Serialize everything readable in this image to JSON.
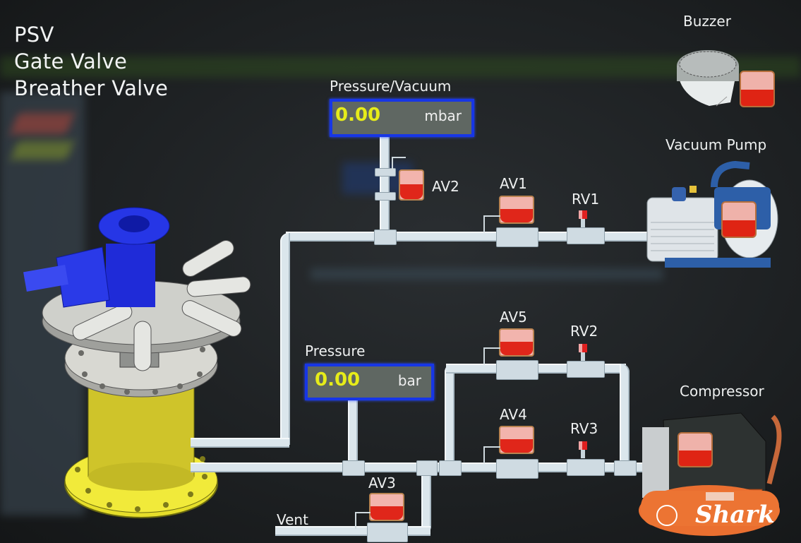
{
  "legend": {
    "items": [
      "PSV",
      "Gate Valve",
      "Breather Valve"
    ]
  },
  "gauges": {
    "pressure_vacuum": {
      "label": "Pressure/Vacuum",
      "value": "0.00",
      "unit": "mbar"
    },
    "pressure": {
      "label": "Pressure",
      "value": "0.00",
      "unit": "bar"
    }
  },
  "valves": {
    "av1": {
      "label": "AV1"
    },
    "av2": {
      "label": "AV2"
    },
    "av3": {
      "label": "AV3"
    },
    "av4": {
      "label": "AV4"
    },
    "av5": {
      "label": "AV5"
    },
    "rv1": {
      "label": "RV1"
    },
    "rv2": {
      "label": "RV2"
    },
    "rv3": {
      "label": "RV3"
    }
  },
  "devices": {
    "buzzer": {
      "label": "Buzzer"
    },
    "vacuum_pump": {
      "label": "Vacuum Pump"
    },
    "compressor": {
      "label": "Compressor",
      "brand": "Shark"
    },
    "vent": {
      "label": "Vent"
    }
  },
  "colors": {
    "gauge_border": "#1736e6",
    "gauge_value": "#e6ec1a",
    "indicator_off": "#df2414",
    "indicator_top": "#efb2aa",
    "pipe": "#dbe6ec"
  }
}
